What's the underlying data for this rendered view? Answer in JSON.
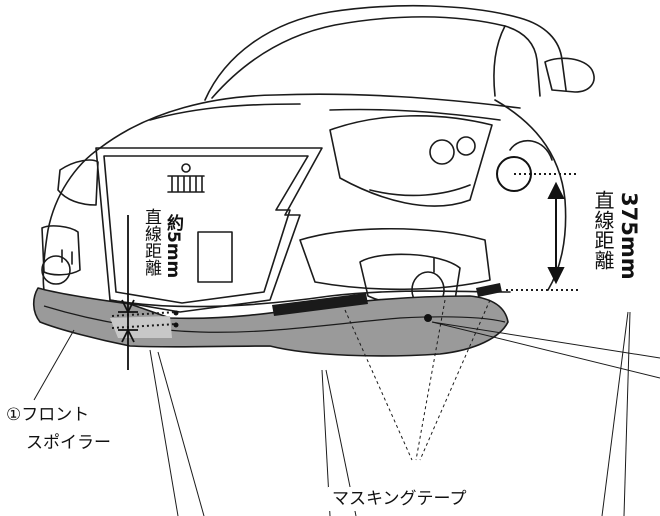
{
  "labels": {
    "distance_left_title": "直線距離",
    "distance_left_value": "約5mm",
    "distance_right_title": "直線距離",
    "distance_right_value": "375mm",
    "part_number": "①",
    "part_line1": "フロント",
    "part_line2": "スポイラー",
    "masking_tape": "マスキングテープ"
  },
  "colors": {
    "spoiler_fill": "#9a9a9a",
    "tape": "#1a1a1a",
    "line": "#1b1b1b"
  }
}
